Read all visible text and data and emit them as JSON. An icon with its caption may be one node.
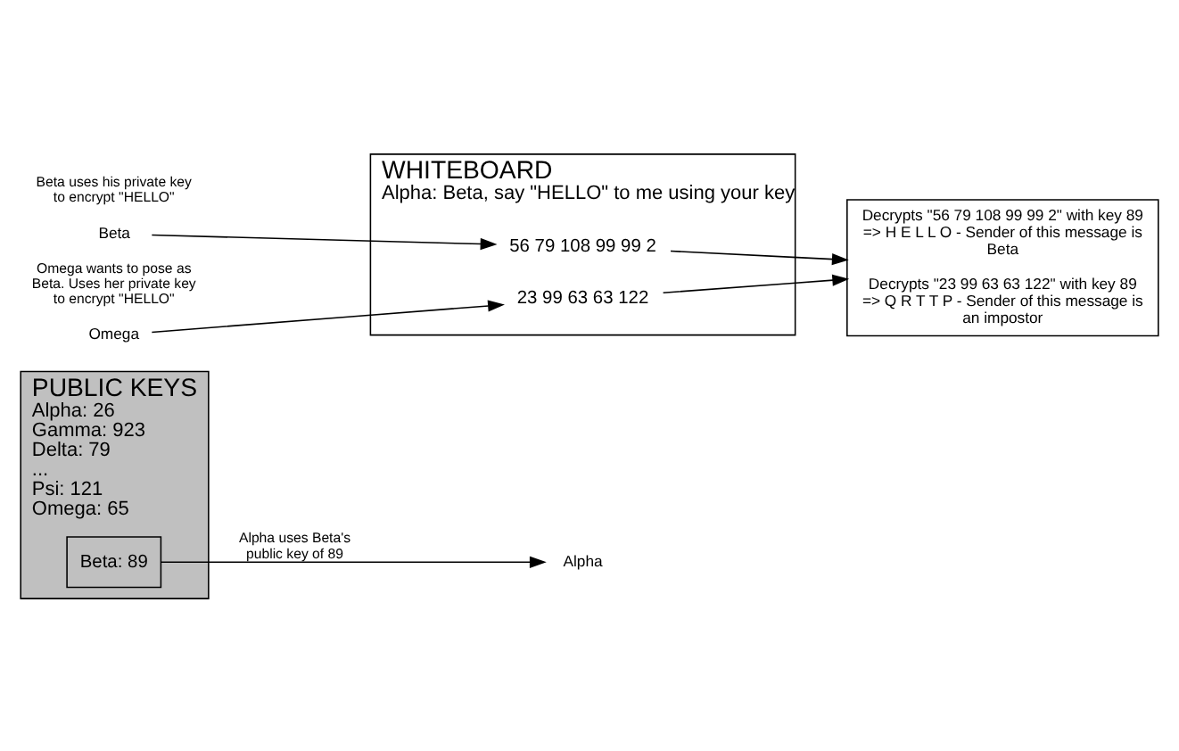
{
  "diagram": {
    "nodes": [
      {
        "text": [
          "PUBLIC KEYS",
          "Alpha: 26",
          "Gamma: 923",
          "Delta: 79",
          "...",
          "Psi: 121",
          "Omega: 65"
        ]
      },
      {
        "text": [
          "Beta: 89"
        ],
        "in": 0
      },
      {
        "text": [
          "WHITEBOARD",
          "Alpha: Beta, say \"HELLO\" to me using your key"
        ]
      },
      {
        "text": [
          "56 79 108 99 99 2"
        ],
        "in": 2
      },
      {
        "text": [
          "23 99 63 63 122"
        ],
        "in": 2
      },
      {
        "text": [
          "Beta"
        ],
        "beside": [
          "Beta uses his private key to encrypt \"HELLO\""
        ]
      },
      {
        "text": [
          "Omega"
        ],
        "beside": [
          "Omega wants to pose as Beta. Uses her private key to encrypt \"HELLO\""
        ]
      },
      {
        "text": [
          "Alpha"
        ]
      },
      {
        "text": [
          "Decrypts \"56 79 108 99 99 2\" with key 89 => H E L L O - Sender of this message is Beta",
          "Decrypts \"23 99 63 63 122\" with key 89 => Q R T T P - Sender of this message is an impostor"
        ]
      }
    ],
    "edges": [
      {
        "from": 1,
        "to": 7,
        "arrow": "to",
        "label": "Alpha uses Beta's public key of 89"
      },
      {
        "from": 5,
        "to": 3,
        "arrow": "to"
      },
      {
        "from": 6,
        "to": 4,
        "arrow": "to"
      },
      {
        "from": 3,
        "to": 8,
        "arrow": "to"
      },
      {
        "from": 4,
        "to": 8,
        "arrow": "to"
      }
    ]
  }
}
